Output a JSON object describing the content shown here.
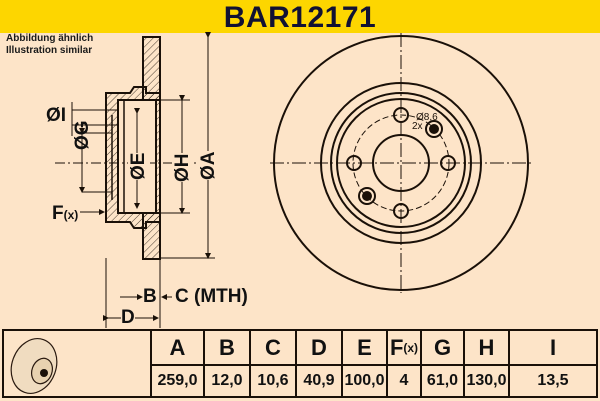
{
  "header": {
    "title": "BAR12171",
    "background": "#fdd600"
  },
  "note": {
    "line1": "Abbildung ähnlich",
    "line2": "Illustration similar"
  },
  "drawing": {
    "labels": {
      "I": "ØI",
      "G": "ØG",
      "E": "ØE",
      "H": "ØH",
      "A": "ØA",
      "F": "F",
      "F_sub": "(x)",
      "B": "B",
      "C": "C (MTH)",
      "D": "D"
    },
    "bolt_note": {
      "dia": "Ø8,6",
      "count": "2x"
    }
  },
  "table": {
    "columns": [
      {
        "key": "A",
        "label": "A",
        "value": "259,0"
      },
      {
        "key": "B",
        "label": "B",
        "value": "12,0"
      },
      {
        "key": "C",
        "label": "C",
        "value": "10,6"
      },
      {
        "key": "D",
        "label": "D",
        "value": "40,9"
      },
      {
        "key": "E",
        "label": "E",
        "value": "100,0"
      },
      {
        "key": "F",
        "label": "F",
        "sub": "(x)",
        "value": "4"
      },
      {
        "key": "G",
        "label": "G",
        "value": "61,0"
      },
      {
        "key": "H",
        "label": "H",
        "value": "130,0"
      },
      {
        "key": "I",
        "label": "I",
        "value": "13,5"
      }
    ]
  },
  "colors": {
    "background": "#fde4c8",
    "ink": "#1a1008",
    "brand_yellow": "#fdd600"
  }
}
